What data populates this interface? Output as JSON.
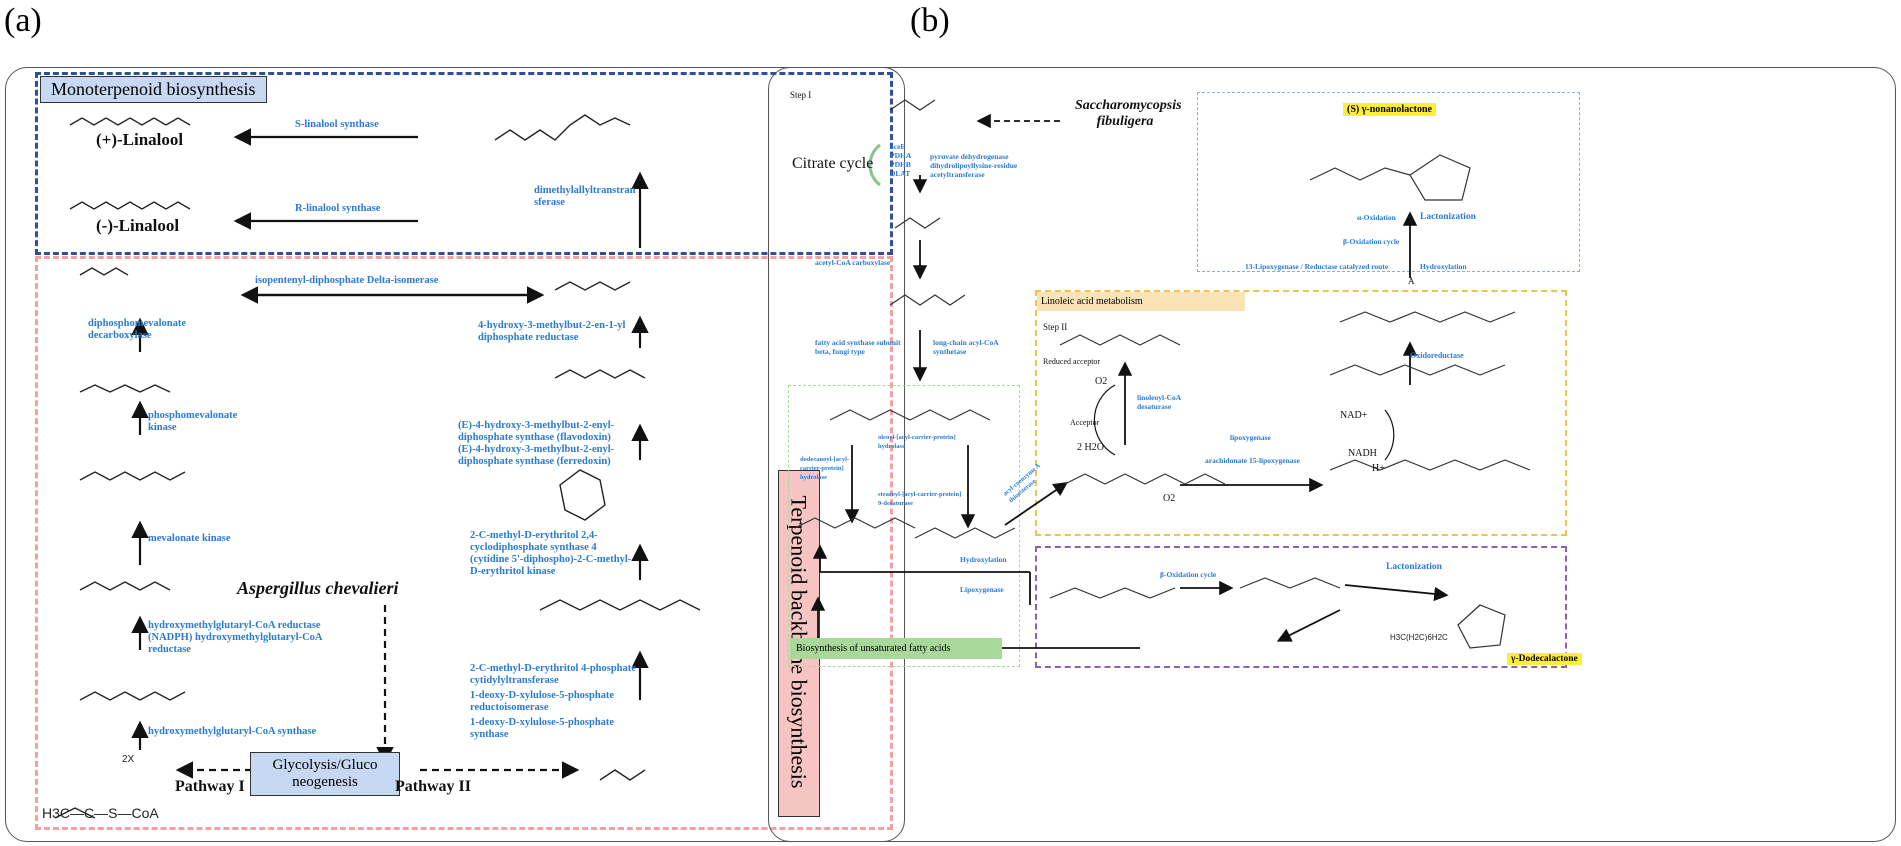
{
  "panel_a": {
    "label": "(a)",
    "mono_title": "Monoterpenoid biosynthesis",
    "backbone_title": "Terpenoid backbone biosynthesis",
    "linalool_plus": "(+)-Linalool",
    "linalool_minus": "(-)-Linalool",
    "s_synthase": "S-linalool synthase",
    "r_synthase": "R-linalool synthase",
    "dmat": "dimethylallyltranstran sferase",
    "idi": "isopentenyl-diphosphate Delta-isomerase",
    "hmbpp_reductase": "4-hydroxy-3-methylbut-2-en-1-yl diphosphate reductase",
    "hmbpp_synthase": "(E)-4-hydroxy-3-methylbut-2-enyl-diphosphate synthase (flavodoxin) (E)-4-hydroxy-3-methylbut-2-enyl-diphosphate synthase (ferredoxin)",
    "mecdp": "2-C-methyl-D-erythritol 2,4-cyclodiphosphate synthase 4 (cytidine 5'-diphospho)-2-C-methyl-D-erythritol kinase",
    "mct": "2-C-methyl-D-erythritol 4-phosphate cytidylyltransferase",
    "dxr": "1-deoxy-D-xylulose-5-phosphate reductoisomerase",
    "dxs": "1-deoxy-D-xylulose-5-phosphate synthase",
    "mvd": "diphosphomevalonate decarboxylase",
    "pmk": "phosphomevalonate kinase",
    "mvk": "mevalonate kinase",
    "hmgr": "hydroxymethylglutaryl-CoA reductase (NADPH) hydroxymethylglutaryl-CoA reductase",
    "hmgs": "hydroxymethylglutaryl-CoA synthase",
    "organism": "Aspergillus chevalieri",
    "glyco": "Glycolysis/Gluco neogenesis",
    "pathway1": "Pathway I",
    "pathway2": "Pathway II",
    "two_x": "2X",
    "acetyl": "H3C—C—S—CoA"
  },
  "panel_b": {
    "label": "(b)",
    "step1": "Step I",
    "organism": "Saccharomycopsis fibuligera",
    "citrate": "Citrate cycle",
    "pdh_genes": "aceE PDHA PDHB DLAT",
    "pdh_names": "pyruvate dehydrogenase dihydrolipoyllysine-residue acetyltransferase",
    "acc": "acetyl-CoA carboxylase",
    "fas": "fatty acid synthase subunit beta, fungi type",
    "lcac": "long-chain acyl-CoA synthetase",
    "nonanolactone": "(S) γ-nonanolactone",
    "a_oxidation": "α-Oxidation",
    "b_oxidation": "β-Oxidation cycle",
    "lactonization": "Lactonization",
    "hydroxylation": "Hydroxylation",
    "lox_route": "13-Lipoxygenase / Reductase catalyzed route",
    "linoleic": "Linoleic acid metabolism",
    "step2": "Step II",
    "reduced_acceptor": "Reduced acceptor",
    "acceptor": "Acceptor",
    "h2o": "2 H2O",
    "linoleoyl": "linoleoyl-CoA desaturase",
    "oxidoreductase": "Oxidoreductase",
    "lipoxygenase": "lipoxygenase",
    "arachidonate": "arachidonate 15-lipoxygenase",
    "nad": "NAD+",
    "nadh": "NADH",
    "h_plus": "H+",
    "dodecanoyl": "dodecanoyl-[acyl-carrier-protein] hydrolase",
    "oleoyl": "oleoyl-[acyl-carrier-protein] hydrolase",
    "stearoyl": "stearoyl-[acyl-carrier-protein] 9-desaturase",
    "thioesterase": "acyl-coenzyme A thioesterase",
    "hydroxylation2": "Hydroxylation",
    "lipoxygenase2": "Lipoxygenase",
    "b_oxidation2": "β-Oxidation cycle",
    "lactonization2": "Lactonization",
    "dodecalactone": "γ-Dodecalactone",
    "unsaturated": "Biosynthesis of unsaturated fatty acids",
    "chain_label": "H3C(H2C)6H2C",
    "label_a": "A",
    "o2": "O2",
    "o2b": "O2"
  },
  "colors": {
    "mono_border": "#2f4f9e",
    "backbone_border": "#f2a0a0",
    "enzyme_text": "#2a7bd1",
    "backbone_fill": "#f7c4c4",
    "mono_fill": "#c6d8f2",
    "highlight": "#ffee33",
    "green_fill": "#a8d89a",
    "linoleic_fill": "#fbe3b8"
  }
}
